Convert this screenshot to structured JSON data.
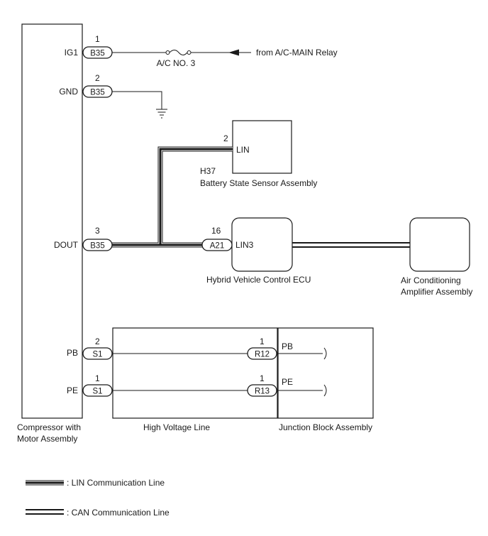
{
  "components": {
    "compressor": {
      "label_line1": "Compressor with",
      "label_line2": "Motor Assembly"
    },
    "battery_sensor": {
      "code": "H37",
      "name": "Battery State Sensor Assembly"
    },
    "hv_ecu": {
      "name": "Hybrid Vehicle Control ECU"
    },
    "ac_amp": {
      "label_line1": "Air Conditioning",
      "label_line2": "Amplifier Assembly"
    },
    "hv_line": {
      "name": "High Voltage Line"
    },
    "junction": {
      "name": "Junction Block Assembly"
    }
  },
  "terminals": {
    "ig1": "IG1",
    "gnd": "GND",
    "dout": "DOUT",
    "pb": "PB",
    "pe": "PE",
    "lin": "LIN",
    "lin3": "LIN3",
    "jb_pb": "PB",
    "jb_pe": "PE"
  },
  "connectors": {
    "b35_1": {
      "name": "B35",
      "pin": "1"
    },
    "b35_2": {
      "name": "B35",
      "pin": "2"
    },
    "b35_3": {
      "name": "B35",
      "pin": "3"
    },
    "s1_2": {
      "name": "S1",
      "pin": "2"
    },
    "s1_1": {
      "name": "S1",
      "pin": "1"
    },
    "a21": {
      "name": "A21",
      "pin": "16"
    },
    "r12": {
      "name": "R12",
      "pin": "1"
    },
    "r13": {
      "name": "R13",
      "pin": "1"
    },
    "lin_pin": "2"
  },
  "fuse": {
    "name": "A/C NO. 3"
  },
  "source": {
    "text": "from A/C-MAIN Relay"
  },
  "legend": {
    "lin": ": LIN Communication Line",
    "can": ": CAN Communication Line"
  }
}
